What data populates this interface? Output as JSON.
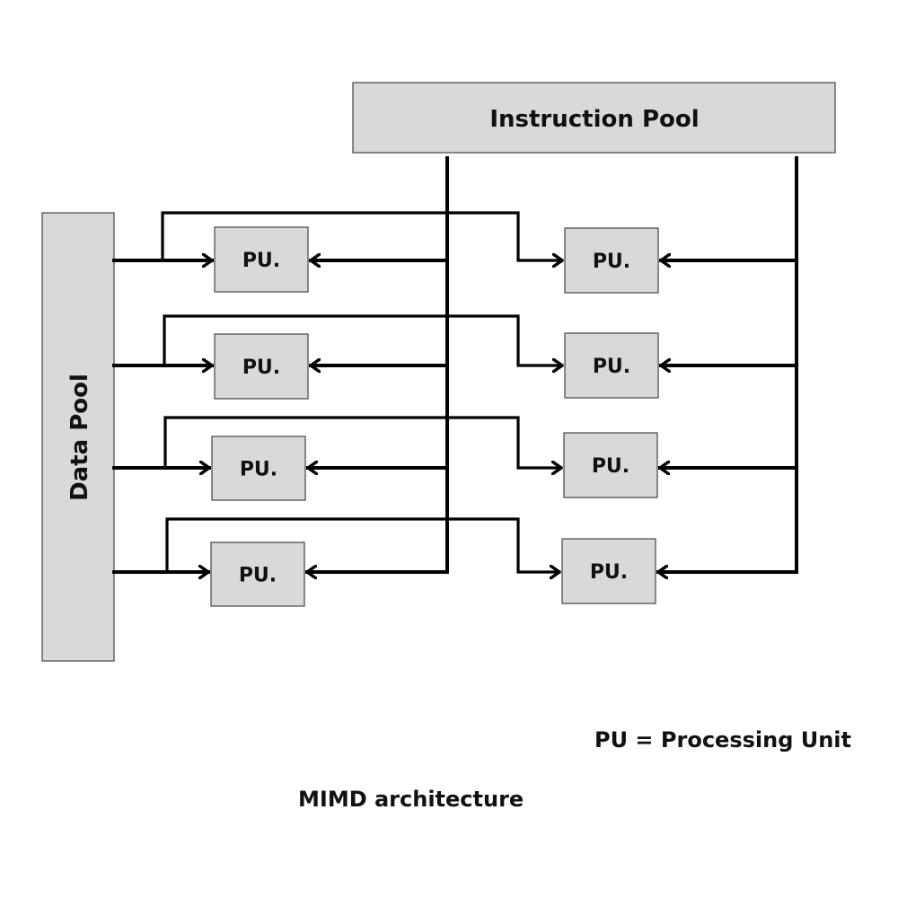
{
  "diagram": {
    "instruction_pool": {
      "label": "Instruction Pool"
    },
    "data_pool": {
      "label": "Data Pool"
    },
    "processing_units": [
      {
        "label": "PU.",
        "column": "left",
        "row": 1
      },
      {
        "label": "PU.",
        "column": "left",
        "row": 2
      },
      {
        "label": "PU.",
        "column": "left",
        "row": 3
      },
      {
        "label": "PU.",
        "column": "left",
        "row": 4
      },
      {
        "label": "PU.",
        "column": "right",
        "row": 1
      },
      {
        "label": "PU.",
        "column": "right",
        "row": 2
      },
      {
        "label": "PU.",
        "column": "right",
        "row": 3
      },
      {
        "label": "PU.",
        "column": "right",
        "row": 4
      }
    ],
    "legend": "PU = Processing Unit",
    "caption": "MIMD architecture",
    "colors": {
      "box_fill": "#d9d9d9",
      "line": "#000000"
    }
  }
}
